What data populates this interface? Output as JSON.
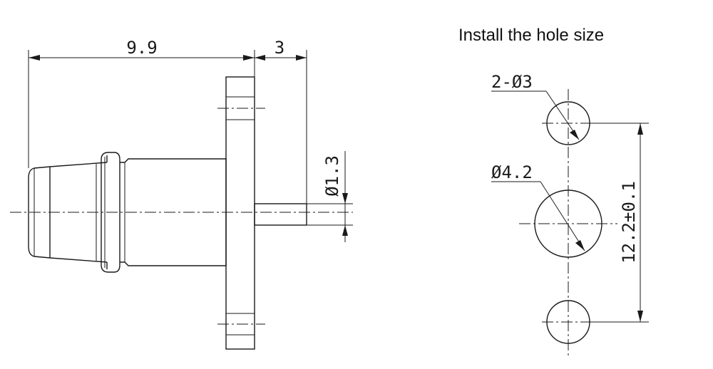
{
  "connector": {
    "dim_length": "9.9",
    "dim_pin_length": "3",
    "dim_pin_diameter": "Ø1.3"
  },
  "hole_layout": {
    "title": "Install the hole size",
    "dim_small_holes": "2-Ø3",
    "dim_center_hole": "Ø4.2",
    "dim_spacing": "12.2±0.1"
  }
}
